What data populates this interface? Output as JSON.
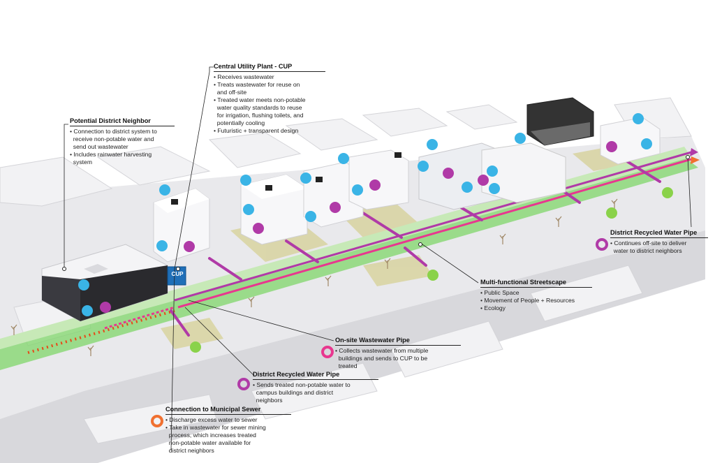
{
  "cup_label": "CUP",
  "colors": {
    "recycled_pipe": "#b03aa7",
    "wastewater_pipe": "#e8378f",
    "sewer_pipe": "#f07030",
    "streetscape": "#7fd66a",
    "water_icon": "#3ab4e6"
  },
  "callouts": {
    "neighbor": {
      "title": "Potential District Neighbor",
      "bullets": [
        "• Connection to district system to\n  receive non-potable water and\n  send out wastewater",
        "• Includes rainwater harvesting\n  system"
      ]
    },
    "cup": {
      "title": "Central Utility Plant - CUP",
      "bullets": [
        "• Receives wastewater",
        "• Treats wastewater for reuse on\n  and off-site",
        "• Treated water meets non-potable\n  water quality standards to reuse\n  for irrigation, flushing toilets, and\n  potentially cooling",
        "• Futuristic + transparent design"
      ]
    },
    "recycled_right": {
      "title": "District Recycled Water Pipe",
      "bullets": [
        "• Continues off-site to deliver\n  water to district neighbors"
      ]
    },
    "streetscape": {
      "title": "Multi-functional Streetscape",
      "bullets": [
        "• Public Space",
        "• Movement of People + Resources",
        "• Ecology"
      ]
    },
    "wastewater": {
      "title": "On-site Wastewater Pipe",
      "bullets": [
        "• Collects wastewater from multiple\n  buildings and sends to CUP to be\n  treated"
      ]
    },
    "recycled_center": {
      "title": "District Recycled Water Pipe",
      "bullets": [
        "• Sends treated non-potable water to\n  campus buildings and district\n  neighbors"
      ]
    },
    "sewer": {
      "title": "Connection to Municipal Sewer",
      "bullets": [
        "• Discharge excess water to sewer",
        "• Take in wastewater for sewer mining\n  process, which increases treated\n  non-potable water available for\n  district neighbors"
      ]
    }
  }
}
